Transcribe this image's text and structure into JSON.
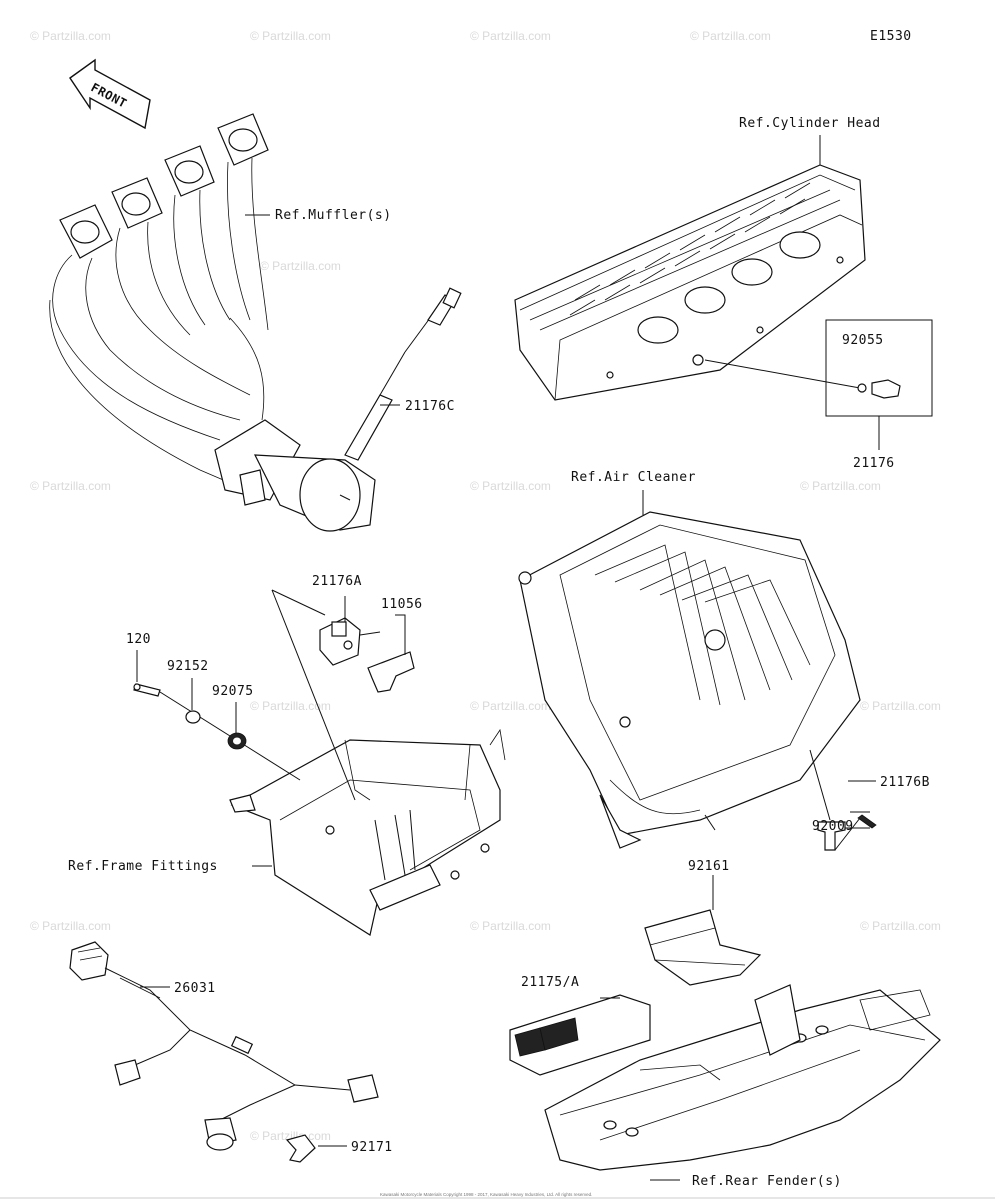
{
  "diagram_code": "E1530",
  "front_label": "FRONT",
  "watermark": "© Partzilla.com",
  "copyright_note": "Kawasaki Motorcycle Materials Copyright 1998 - 2017, Kawasaki Heavy Industries, Ltd. All rights reserved.",
  "labels": {
    "cylinder_head": "Ref.Cylinder Head",
    "muffler": "Ref.Muffler(s)",
    "air_cleaner": "Ref.Air Cleaner",
    "frame_fittings": "Ref.Frame Fittings",
    "rear_fender": "Ref.Rear Fender(s)"
  },
  "parts": {
    "p21176C": "21176C",
    "p92055": "92055",
    "p21176": "21176",
    "p21176A": "21176A",
    "p11056": "11056",
    "p120": "120",
    "p92152": "92152",
    "p92075": "92075",
    "p21176B": "21176B",
    "p92009": "92009",
    "p92161": "92161",
    "p21175A": "21175/A",
    "p26031": "26031",
    "p92171": "92171"
  }
}
